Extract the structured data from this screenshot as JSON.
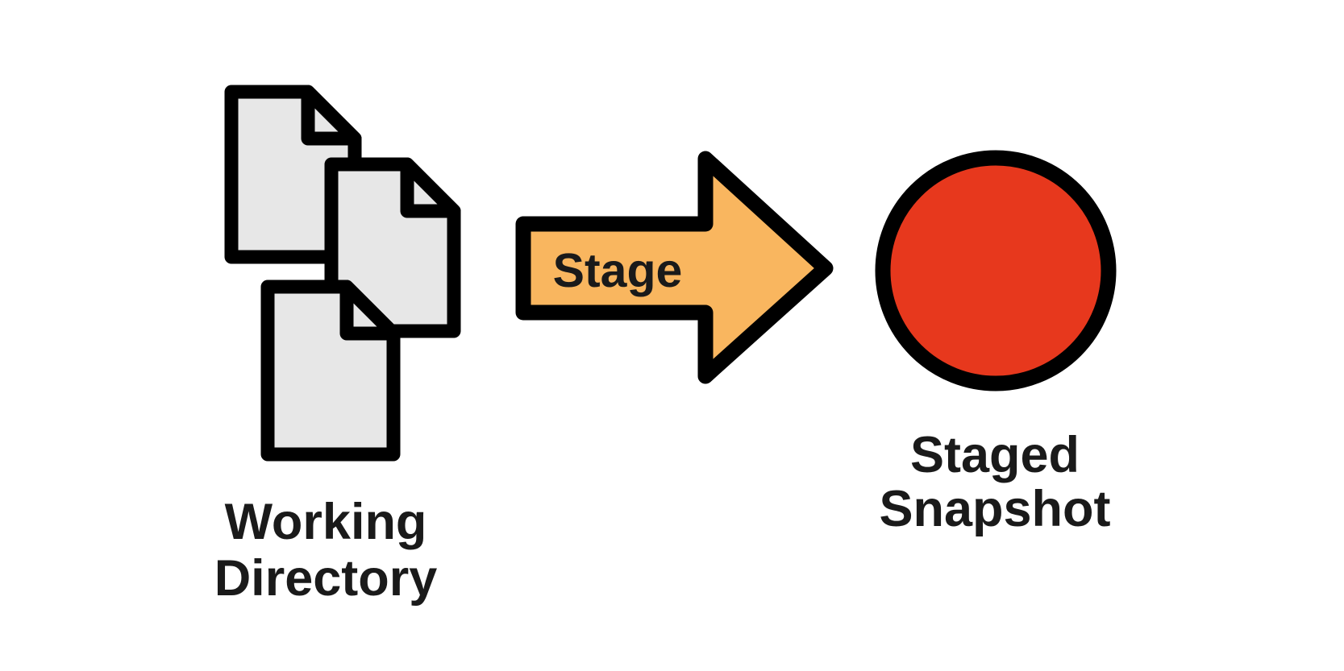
{
  "diagram": {
    "background_color": "#ffffff",
    "outline_color": "#000000",
    "label_color": "#1a1a1a",
    "working_directory": {
      "label_lines": [
        "Working",
        "Directory"
      ],
      "file_count": 3,
      "file_fill": "#e7e7e7"
    },
    "stage_arrow": {
      "label": "Stage",
      "fill": "#f9b65f",
      "direction": "right"
    },
    "staged_snapshot": {
      "label_lines": [
        "Staged",
        "Snapshot"
      ],
      "fill": "#e7381d",
      "shape": "circle"
    }
  }
}
